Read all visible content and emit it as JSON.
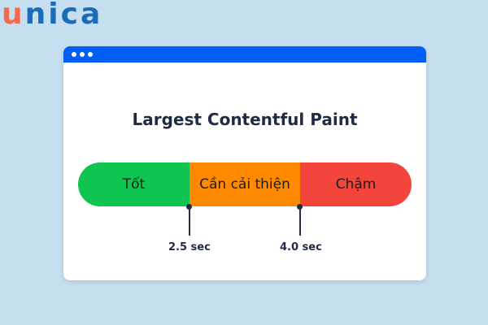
{
  "logo": {
    "first_letter": "u",
    "rest": "nica"
  },
  "window": {
    "title": "Largest Contentful Paint",
    "titlebar_color": "#005ef6",
    "dots": 3
  },
  "chart_data": {
    "type": "bar",
    "title": "Largest Contentful Paint",
    "segments": [
      {
        "label": "Tốt",
        "color": "#0fc451",
        "range": [
          0,
          2.5
        ]
      },
      {
        "label": "Cần cải thiện",
        "color": "#ff8a00",
        "range": [
          2.5,
          4.0
        ]
      },
      {
        "label": "Chậm",
        "color": "#f4453c",
        "range": [
          4.0,
          null
        ]
      }
    ],
    "thresholds": [
      {
        "value": 2.5,
        "label": "2.5 sec"
      },
      {
        "value": 4.0,
        "label": "4.0 sec"
      }
    ]
  }
}
